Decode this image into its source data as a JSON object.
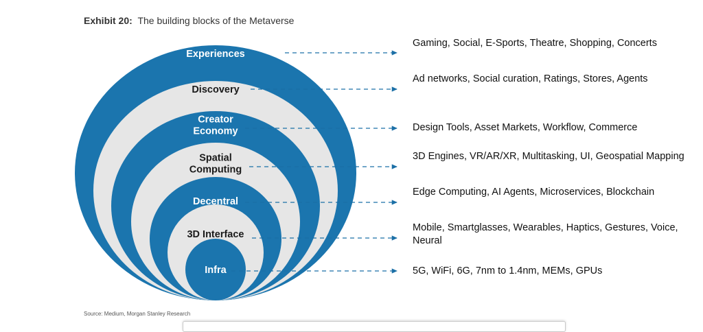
{
  "title": {
    "label": "Exhibit 20:",
    "text": "The building blocks of the Metaverse"
  },
  "colors": {
    "blue": "#1b75ae",
    "light": "#e6e6e6",
    "dashed_line": "#1b6fa6"
  },
  "layers": [
    {
      "name": "Experiences",
      "description": "Gaming, Social, E-Sports, Theatre, Shopping, Concerts"
    },
    {
      "name": "Discovery",
      "description": "Ad networks, Social curation, Ratings, Stores, Agents"
    },
    {
      "name": "Creator Economy",
      "description": "Design Tools, Asset Markets, Workflow, Commerce"
    },
    {
      "name": "Spatial Computing",
      "description": "3D Engines, VR/AR/XR, Multitasking, UI, Geospatial Mapping"
    },
    {
      "name": "Decentral",
      "description": "Edge Computing, AI Agents, Microservices, Blockchain"
    },
    {
      "name": "3D Interface",
      "description": "Mobile, Smartglasses, Wearables, Haptics, Gestures, Voice, Neural"
    },
    {
      "name": "Infra",
      "description": "5G, WiFi, 6G, 7nm to 1.4nm, MEMs, GPUs"
    }
  ],
  "source": "Source: Medium, Morgan Stanley Research"
}
